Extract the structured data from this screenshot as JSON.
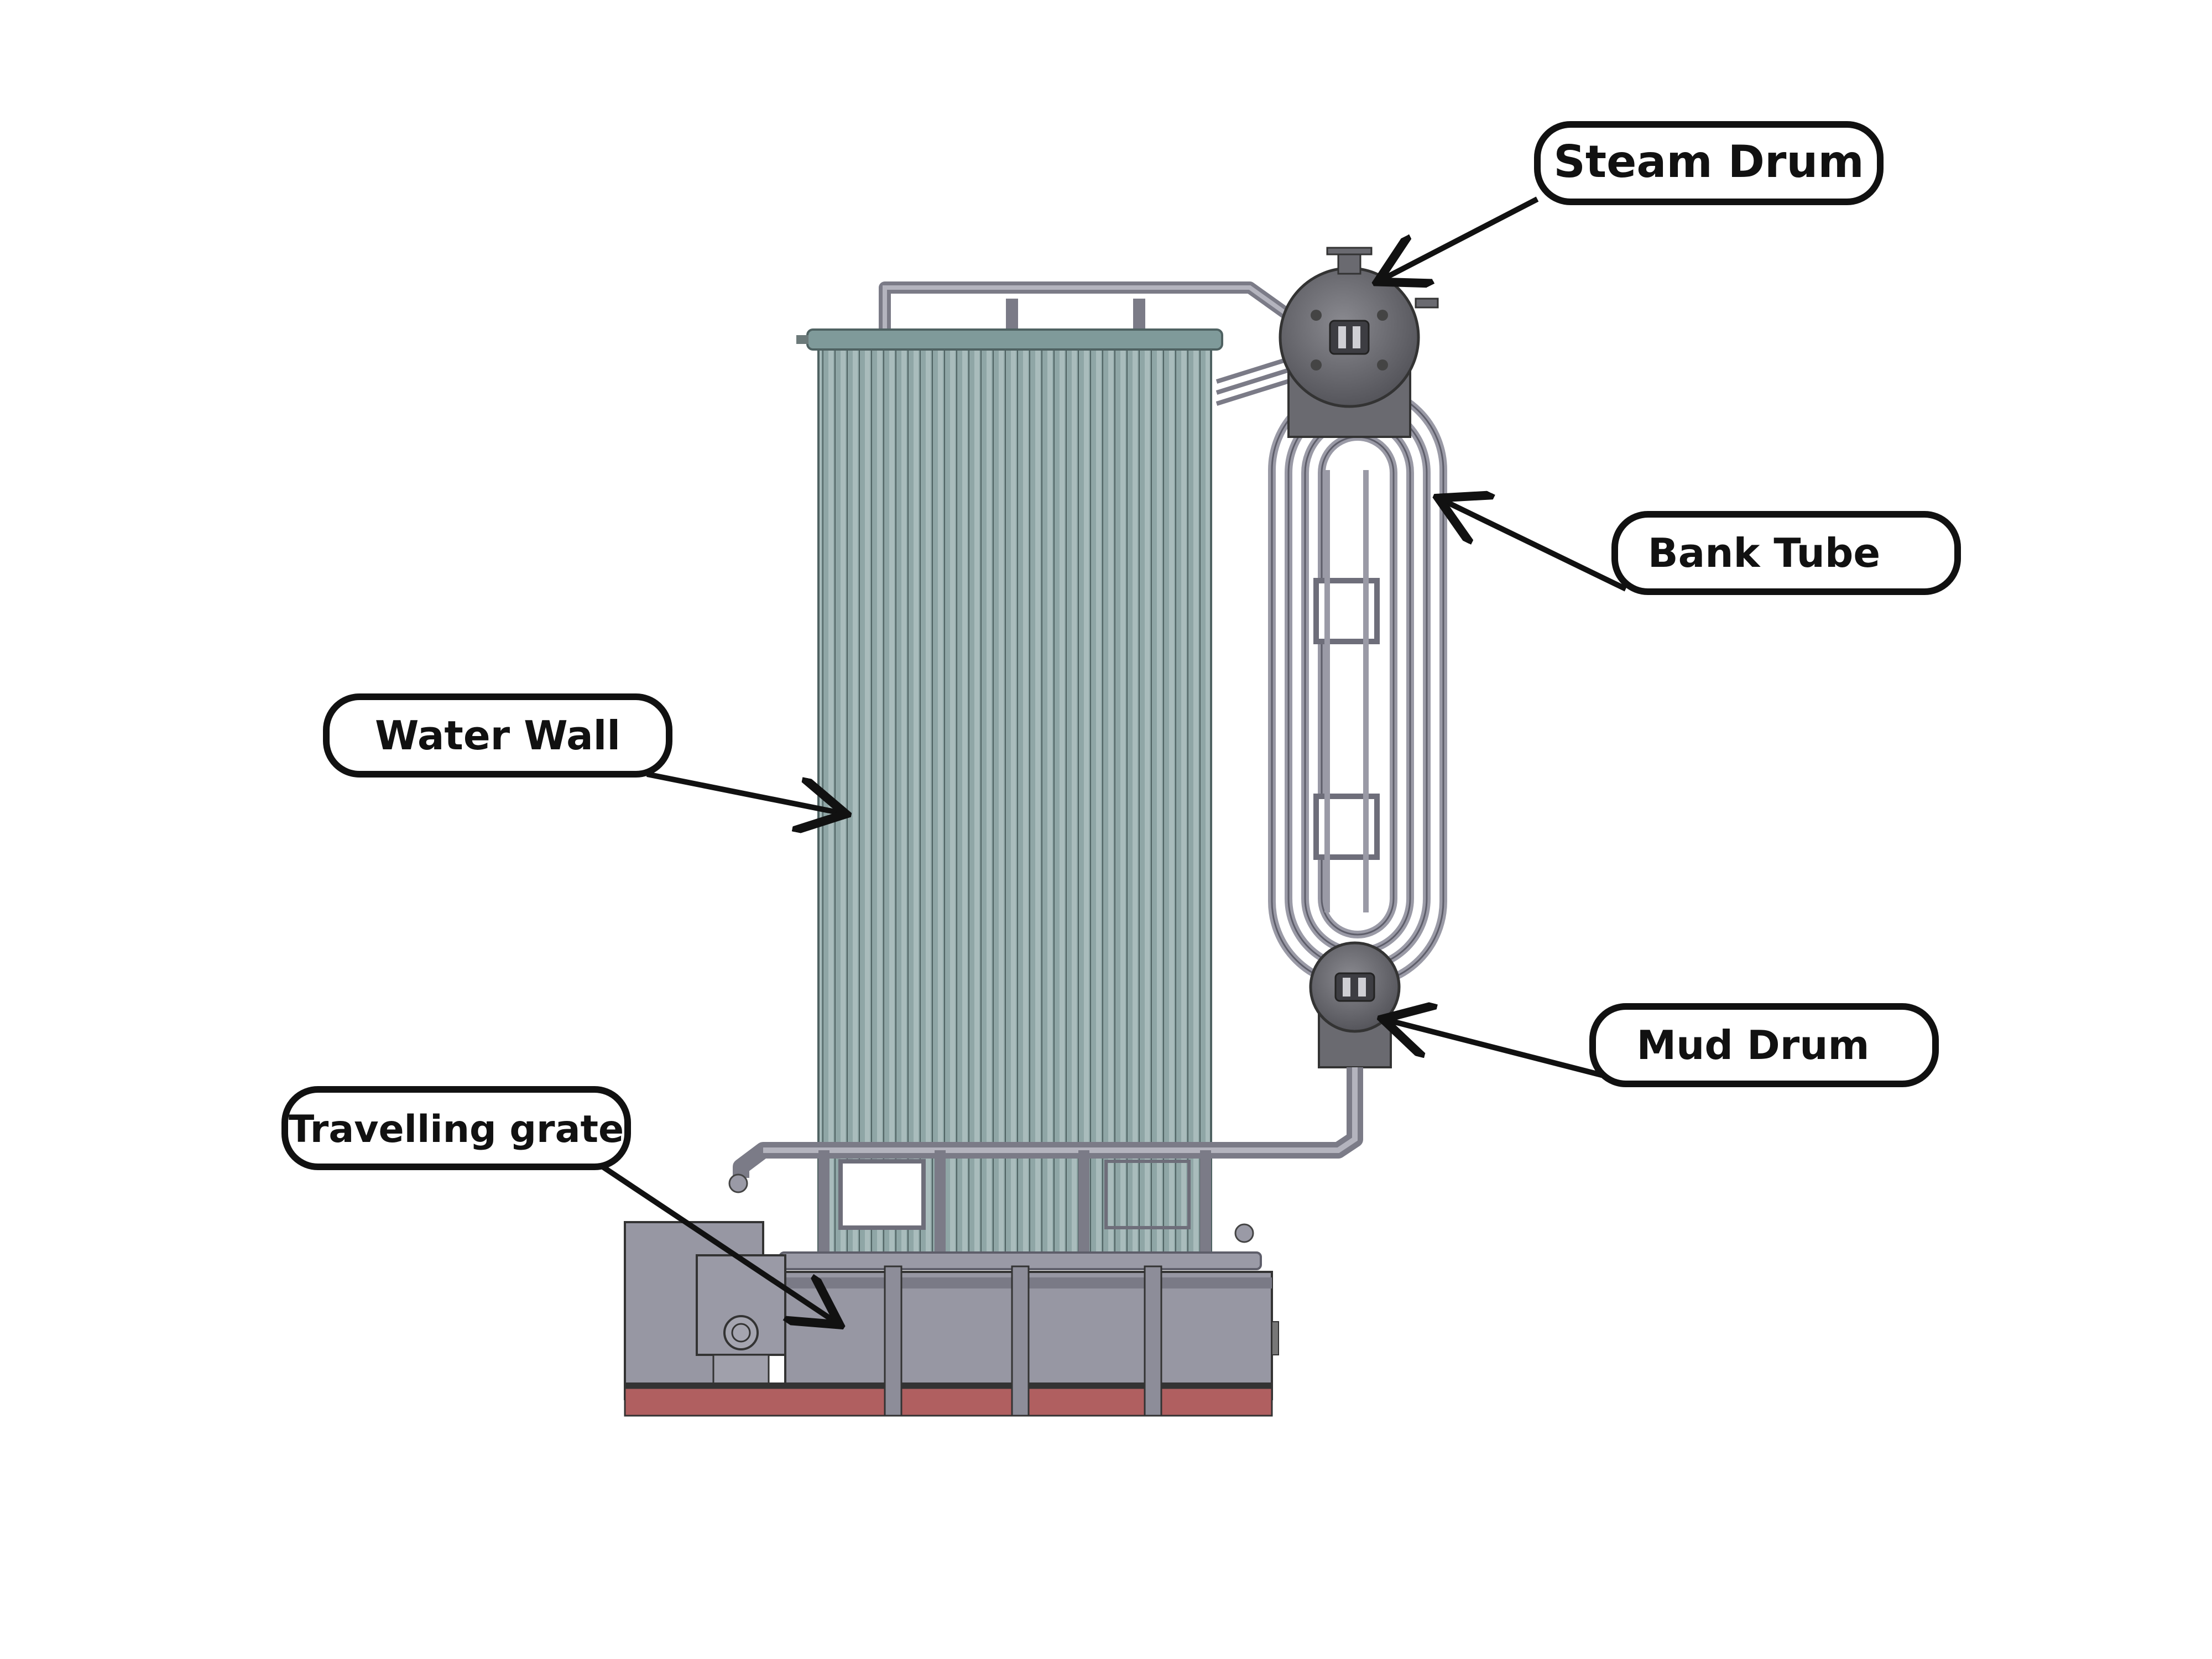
{
  "labels": {
    "steam_drum": "Steam Drum",
    "bank_tube": "Bank Tube",
    "water_wall": "Water Wall",
    "mud_drum": "Mud Drum",
    "travelling_grate": "Travelling grate"
  },
  "colors": {
    "background": "#ffffff",
    "water_wall": "#8fa6a6",
    "water_wall_tube_dark": "#5f7474",
    "pipe": "#9a9aa6",
    "pipe_dark": "#5e5e6a",
    "drum": "#6e6e74",
    "drum_dark": "#3a3a40",
    "grate_body": "#9797a3",
    "grate_base": "#b05f60",
    "outline": "#111111"
  }
}
